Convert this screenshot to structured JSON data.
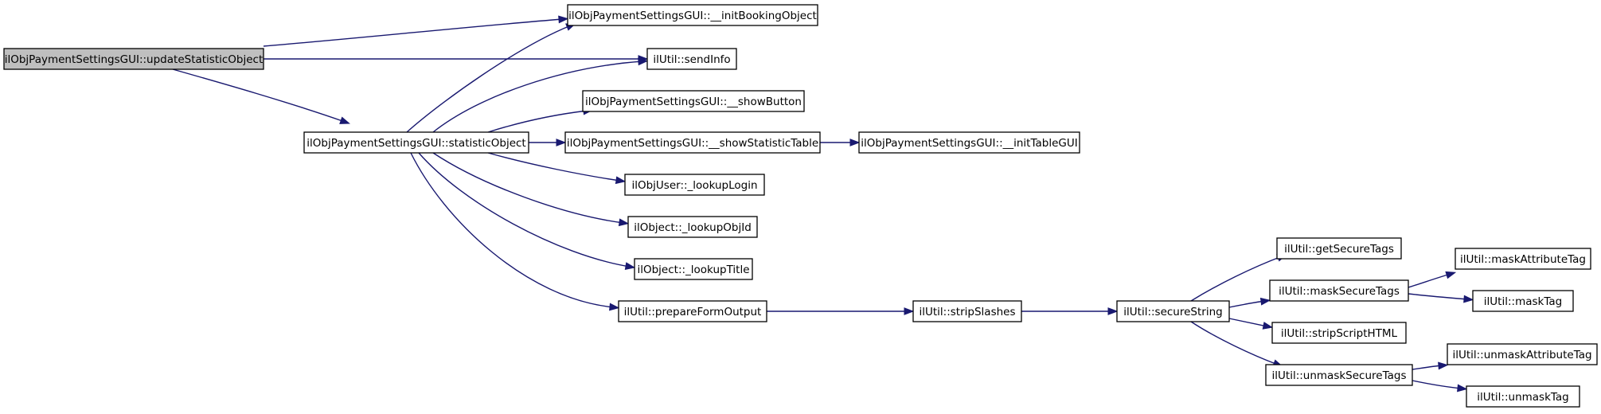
{
  "diagram": {
    "kind": "call-graph",
    "colors": {
      "edge": "#191970",
      "root_fill": "#bfbfbf",
      "node_fill": "#ffffff",
      "node_border": "#000000"
    },
    "nodes": [
      {
        "id": "updateStatisticObject",
        "label": "ilObjPaymentSettingsGUI::updateStatisticObject",
        "root": true
      },
      {
        "id": "initBookingObject",
        "label": "ilObjPaymentSettingsGUI::__initBookingObject"
      },
      {
        "id": "sendInfo",
        "label": "ilUtil::sendInfo"
      },
      {
        "id": "statisticObject",
        "label": "ilObjPaymentSettingsGUI::statisticObject"
      },
      {
        "id": "showButton",
        "label": "ilObjPaymentSettingsGUI::__showButton"
      },
      {
        "id": "showStatisticTable",
        "label": "ilObjPaymentSettingsGUI::__showStatisticTable"
      },
      {
        "id": "initTableGUI",
        "label": "ilObjPaymentSettingsGUI::__initTableGUI"
      },
      {
        "id": "lookupLogin",
        "label": "ilObjUser::_lookupLogin"
      },
      {
        "id": "lookupObjId",
        "label": "ilObject::_lookupObjId"
      },
      {
        "id": "lookupTitle",
        "label": "ilObject::_lookupTitle"
      },
      {
        "id": "prepareFormOutput",
        "label": "ilUtil::prepareFormOutput"
      },
      {
        "id": "stripSlashes",
        "label": "ilUtil::stripSlashes"
      },
      {
        "id": "secureString",
        "label": "ilUtil::secureString"
      },
      {
        "id": "getSecureTags",
        "label": "ilUtil::getSecureTags"
      },
      {
        "id": "maskSecureTags",
        "label": "ilUtil::maskSecureTags"
      },
      {
        "id": "stripScriptHTML",
        "label": "ilUtil::stripScriptHTML"
      },
      {
        "id": "unmaskSecureTags",
        "label": "ilUtil::unmaskSecureTags"
      },
      {
        "id": "maskAttributeTag",
        "label": "ilUtil::maskAttributeTag"
      },
      {
        "id": "maskTag",
        "label": "ilUtil::maskTag"
      },
      {
        "id": "unmaskAttributeTag",
        "label": "ilUtil::unmaskAttributeTag"
      },
      {
        "id": "unmaskTag",
        "label": "ilUtil::unmaskTag"
      }
    ],
    "edges": [
      {
        "from": "updateStatisticObject",
        "to": "initBookingObject"
      },
      {
        "from": "updateStatisticObject",
        "to": "sendInfo"
      },
      {
        "from": "updateStatisticObject",
        "to": "statisticObject"
      },
      {
        "from": "statisticObject",
        "to": "initBookingObject"
      },
      {
        "from": "statisticObject",
        "to": "sendInfo"
      },
      {
        "from": "statisticObject",
        "to": "showButton"
      },
      {
        "from": "statisticObject",
        "to": "showStatisticTable"
      },
      {
        "from": "statisticObject",
        "to": "lookupLogin"
      },
      {
        "from": "statisticObject",
        "to": "lookupObjId"
      },
      {
        "from": "statisticObject",
        "to": "lookupTitle"
      },
      {
        "from": "statisticObject",
        "to": "prepareFormOutput"
      },
      {
        "from": "showStatisticTable",
        "to": "initTableGUI"
      },
      {
        "from": "prepareFormOutput",
        "to": "stripSlashes"
      },
      {
        "from": "stripSlashes",
        "to": "secureString"
      },
      {
        "from": "secureString",
        "to": "getSecureTags"
      },
      {
        "from": "secureString",
        "to": "maskSecureTags"
      },
      {
        "from": "secureString",
        "to": "stripScriptHTML"
      },
      {
        "from": "secureString",
        "to": "unmaskSecureTags"
      },
      {
        "from": "maskSecureTags",
        "to": "maskAttributeTag"
      },
      {
        "from": "maskSecureTags",
        "to": "maskTag"
      },
      {
        "from": "unmaskSecureTags",
        "to": "unmaskAttributeTag"
      },
      {
        "from": "unmaskSecureTags",
        "to": "unmaskTag"
      }
    ]
  }
}
